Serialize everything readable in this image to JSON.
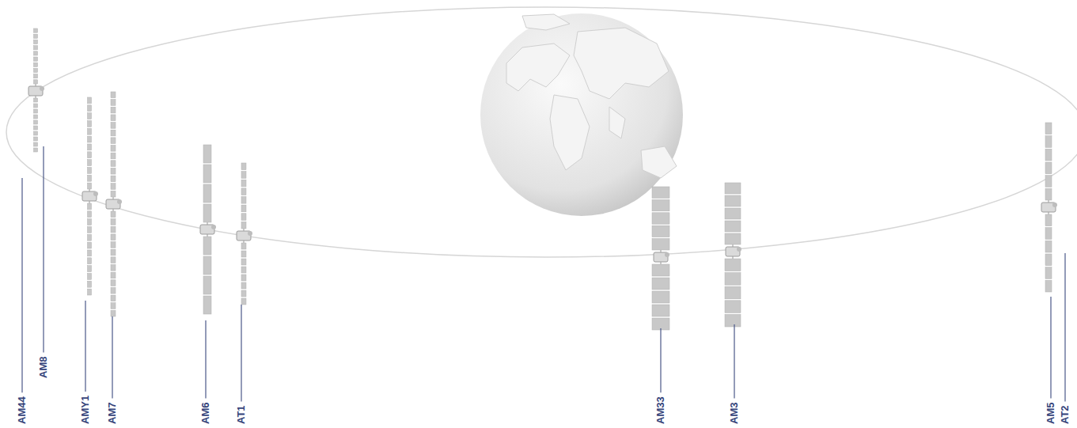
{
  "diagram": {
    "labels": [
      "AM44",
      "AM8",
      "AMY1",
      "AM7",
      "AM6",
      "AT1",
      "AM33",
      "AM3",
      "AM5",
      "AT2"
    ]
  }
}
